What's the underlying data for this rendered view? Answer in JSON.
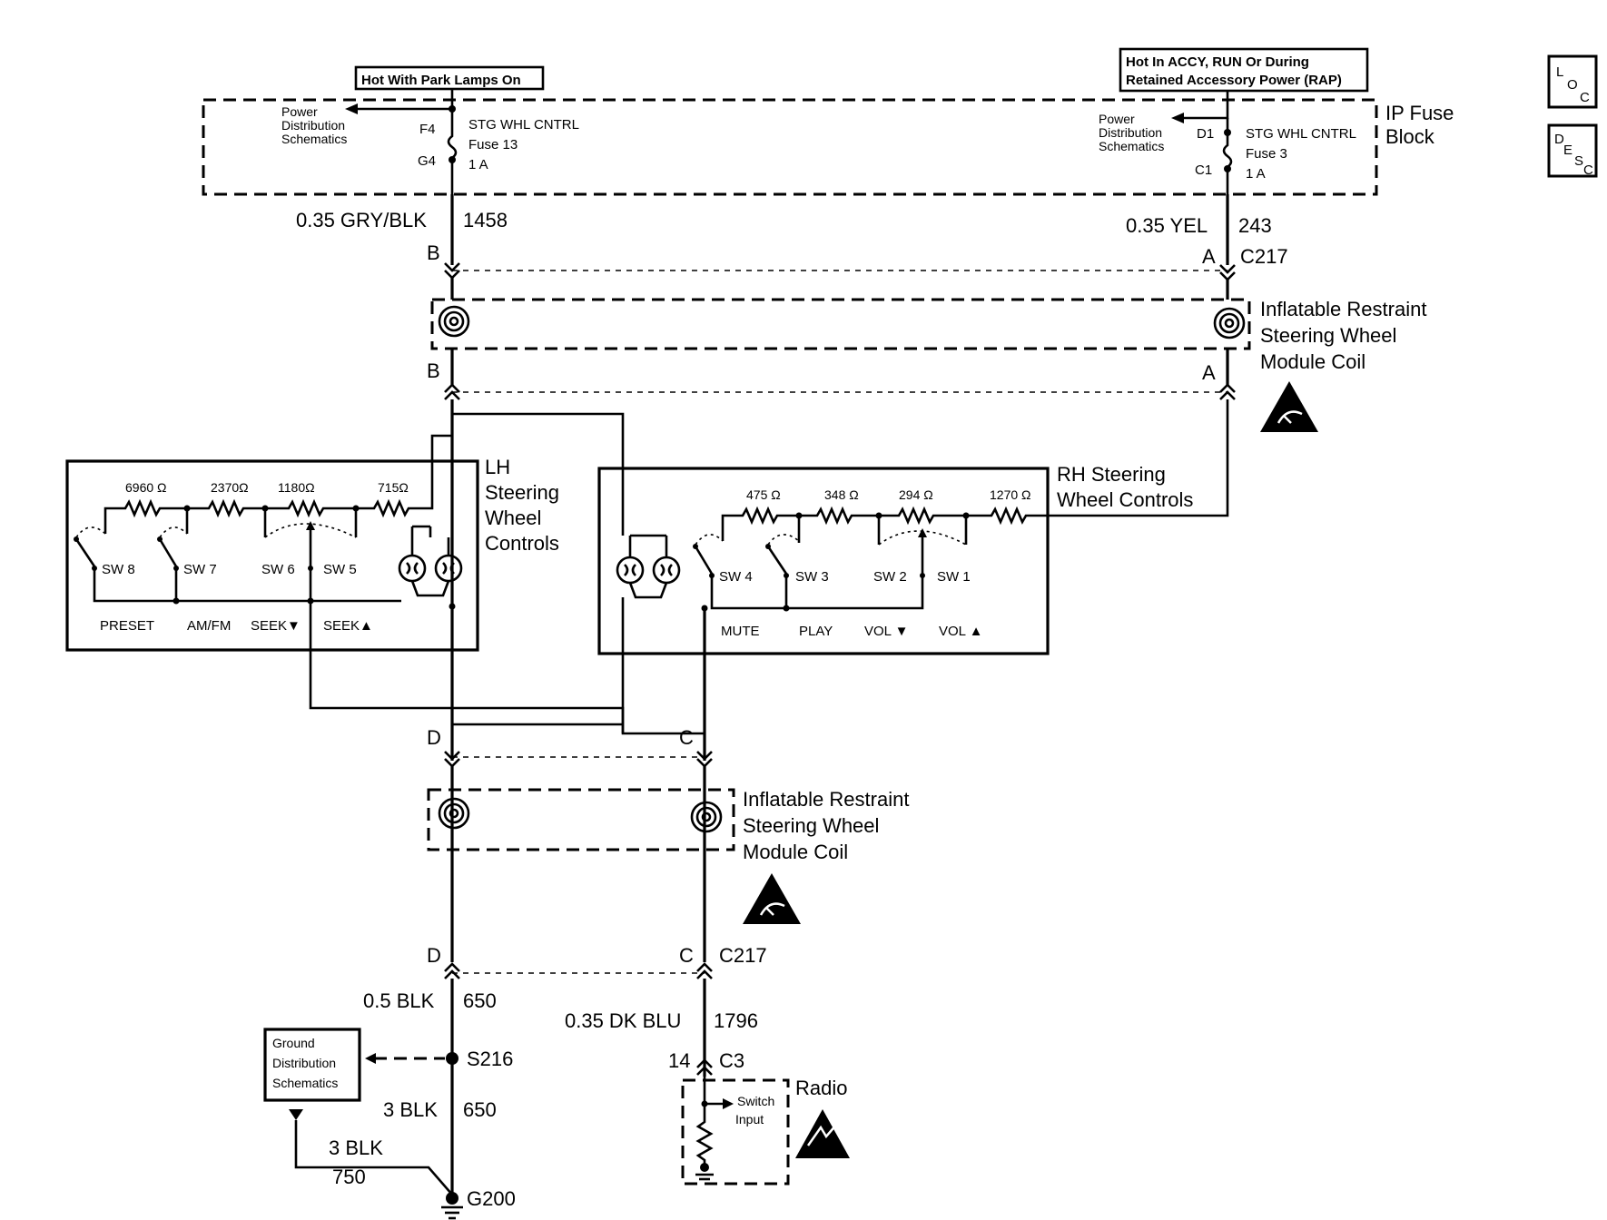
{
  "hot_left": "Hot With Park Lamps On",
  "hot_right": [
    "Hot In ACCY, RUN Or During",
    "Retained Accessory Power (RAP)"
  ],
  "ip_fuse_block": [
    "IP Fuse",
    "Block"
  ],
  "power_dist": [
    "Power",
    "Distribution",
    "Schematics"
  ],
  "fuse_left": {
    "pin_in": "F4",
    "pin_out": "G4",
    "lines": [
      "STG WHL CNTRL",
      "Fuse 13",
      "1 A"
    ]
  },
  "fuse_right": {
    "pin_in": "D1",
    "pin_out": "C1",
    "lines": [
      "STG WHL CNTRL",
      "Fuse 3",
      "1 A"
    ]
  },
  "wire_left_top": {
    "gauge": "0.35 GRY/BLK",
    "circuit": "1458"
  },
  "wire_right_top": {
    "gauge": "0.35 YEL",
    "circuit": "243"
  },
  "connector_c217": "C217",
  "pins": {
    "a": "A",
    "b": "B",
    "c": "C",
    "d": "D"
  },
  "coil_label": [
    "Inflatable Restraint",
    "Steering Wheel",
    "Module Coil"
  ],
  "lh_controls": [
    "LH",
    "Steering",
    "Wheel",
    "Controls"
  ],
  "rh_controls": [
    "RH Steering",
    "Wheel Controls"
  ],
  "lh_resistors": [
    "6960 Ω",
    "2370Ω",
    "1180Ω",
    "715Ω"
  ],
  "rh_resistors": [
    "475 Ω",
    "348 Ω",
    "294 Ω",
    "1270 Ω"
  ],
  "lh_switches": [
    "SW 8",
    "SW 7",
    "SW 6",
    "SW 5"
  ],
  "rh_switches": [
    "SW 4",
    "SW 3",
    "SW 2",
    "SW 1"
  ],
  "lh_functions": [
    "PRESET",
    "AM/FM",
    "SEEK▼",
    "SEEK▲"
  ],
  "rh_functions": [
    "MUTE",
    "PLAY",
    "VOL ▼",
    "VOL ▲"
  ],
  "wire_blk_650_a": {
    "gauge": "0.5 BLK",
    "circuit": "650"
  },
  "wire_blk_650_b": {
    "gauge": "3 BLK",
    "circuit": "650"
  },
  "wire_blk_750": {
    "gauge": "3 BLK",
    "circuit": "750"
  },
  "wire_dkblu": {
    "gauge": "0.35 DK BLU",
    "circuit": "1796"
  },
  "splice": "S216",
  "ground": "G200",
  "ground_dist": [
    "Ground",
    "Distribution",
    "Schematics"
  ],
  "radio_pin": "14",
  "radio_conn": "C3",
  "radio": "Radio",
  "switch_input": [
    "Switch",
    "Input"
  ],
  "loc_icon": {
    "letters": [
      "L",
      "O",
      "C"
    ]
  },
  "desc_icon": {
    "letters": [
      "D",
      "E",
      "S",
      "C"
    ]
  }
}
